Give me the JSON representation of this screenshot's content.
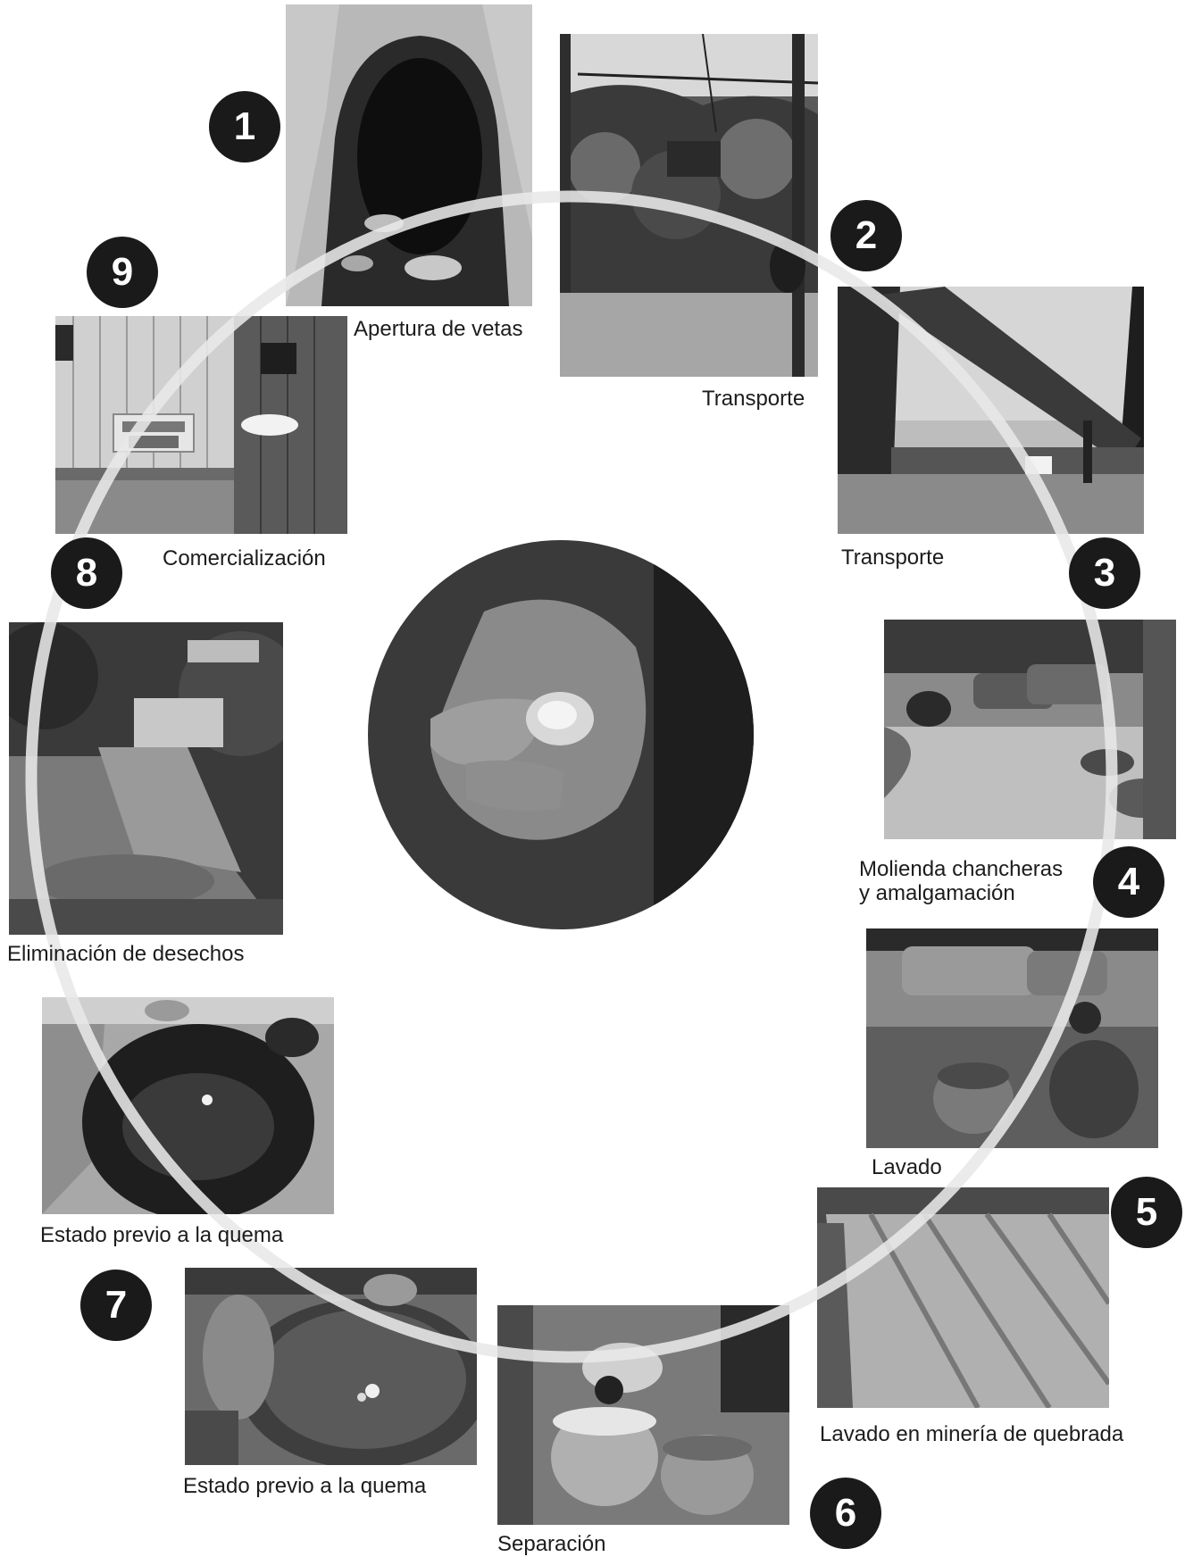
{
  "diagram": {
    "steps": [
      {
        "number": "1",
        "caption": "Apertura de vetas",
        "photo_subject": "mine-tunnel-entrance"
      },
      {
        "number": "2",
        "caption": "Transporte",
        "photo_subject": "cable-car-forest"
      },
      {
        "number": "",
        "caption": "Transporte",
        "photo_subject": "ore-conveyor-chute"
      },
      {
        "number": "3",
        "caption": "Molienda chancheras\ny amalgamación",
        "photo_subject": "grinding-mill-floor"
      },
      {
        "number": "4",
        "caption": "Lavado",
        "photo_subject": "worker-mill-drums"
      },
      {
        "number": "5",
        "caption": "Lavado en minería de quebrada",
        "photo_subject": "sluice-channels"
      },
      {
        "number": "6",
        "caption": "Separación",
        "photo_subject": "worker-separating-buckets"
      },
      {
        "number": "7",
        "caption": "Estado previo a la quema",
        "photo_subject": "gold-pan-hands"
      },
      {
        "number": "",
        "caption": "Estado previo a la quema",
        "photo_subject": "dark-pan-amalgam"
      },
      {
        "number": "8",
        "caption": "Eliminación de desechos",
        "photo_subject": "hillside-tailings-pond"
      },
      {
        "number": "9",
        "caption": "Comercialización",
        "photo_subject": "compro-oro-wooden-shop"
      }
    ],
    "center_photo_subject": "hand-holding-gold-nugget",
    "colors": {
      "badge": "#1a1a1a",
      "ring": "#e8e8e8",
      "caption": "#1c1c1c"
    }
  }
}
